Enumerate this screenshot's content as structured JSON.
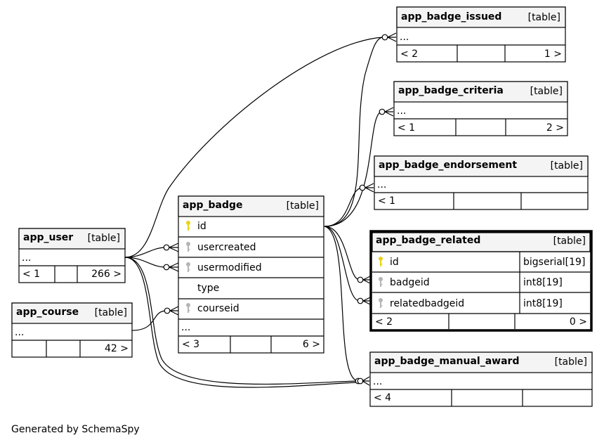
{
  "footer": "Generated by SchemaSpy",
  "tables": {
    "app_badge_issued": {
      "name": "app_badge_issued",
      "tag": "[table]",
      "ellipsis": "...",
      "nav_left": "< 2",
      "nav_right": "1 >"
    },
    "app_badge_criteria": {
      "name": "app_badge_criteria",
      "tag": "[table]",
      "ellipsis": "...",
      "nav_left": "< 1",
      "nav_right": "2 >"
    },
    "app_badge_endorsement": {
      "name": "app_badge_endorsement",
      "tag": "[table]",
      "ellipsis": "...",
      "nav_left": "< 1",
      "nav_right": ""
    },
    "app_badge_related": {
      "name": "app_badge_related",
      "tag": "[table]",
      "columns": [
        {
          "name": "id",
          "type": "bigserial[19]",
          "key": "primary"
        },
        {
          "name": "badgeid",
          "type": "int8[19]",
          "key": "foreign"
        },
        {
          "name": "relatedbadgeid",
          "type": "int8[19]",
          "key": "foreign"
        }
      ],
      "nav_left": "< 2",
      "nav_right": "0 >"
    },
    "app_badge_manual_award": {
      "name": "app_badge_manual_award",
      "tag": "[table]",
      "ellipsis": "...",
      "nav_left": "< 4",
      "nav_right": ""
    },
    "app_badge": {
      "name": "app_badge",
      "tag": "[table]",
      "columns": [
        {
          "name": "id",
          "key": "primary"
        },
        {
          "name": "usercreated",
          "key": "foreign"
        },
        {
          "name": "usermodified",
          "key": "foreign"
        },
        {
          "name": "type",
          "key": "none"
        },
        {
          "name": "courseid",
          "key": "foreign"
        }
      ],
      "ellipsis": "...",
      "nav_left": "< 3",
      "nav_right": "6 >"
    },
    "app_user": {
      "name": "app_user",
      "tag": "[table]",
      "ellipsis": "...",
      "nav_left": "< 1",
      "nav_right": "266 >"
    },
    "app_course": {
      "name": "app_course",
      "tag": "[table]",
      "ellipsis": "...",
      "nav_left": "",
      "nav_right": "42 >"
    }
  },
  "colors": {
    "primary_key": "#e8d31a",
    "foreign_key": "#b5b5b5",
    "header_bg": "#f4f4f4"
  },
  "icons": {
    "primary_key": "key-icon",
    "foreign_key": "key-icon"
  }
}
